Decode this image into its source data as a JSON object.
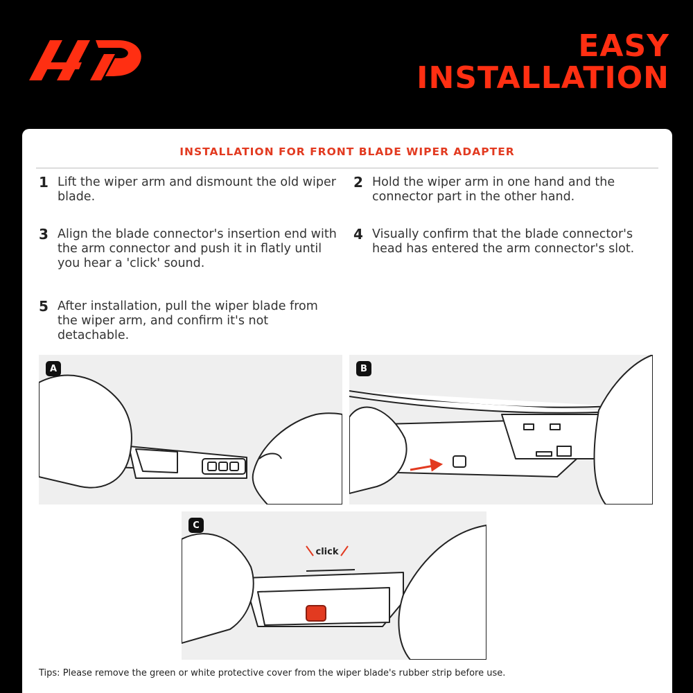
{
  "header": {
    "logo_icon": "ap-logo-icon",
    "title_line1": "EASY",
    "title_line2": "INSTALLATION",
    "accent_color": "#ff2f12"
  },
  "card": {
    "subtitle": "INSTALLATION FOR FRONT BLADE WIPER ADAPTER",
    "steps": [
      {
        "num": "1",
        "text": "Lift the wiper arm and dismount the old wiper blade."
      },
      {
        "num": "2",
        "text": "Hold the wiper arm in one hand and the connector part in the other hand."
      },
      {
        "num": "3",
        "text": "Align the blade connector's insertion end with the arm connector and push it in flatly until you hear a 'click' sound."
      },
      {
        "num": "4",
        "text": "Visually confirm that the blade connector's head has entered the arm connector's slot."
      },
      {
        "num": "5",
        "text": "After installation, pull the wiper blade from the wiper arm, and confirm it's not detachable."
      }
    ],
    "panels": [
      {
        "badge": "A",
        "icon": "hands-holding-connector-illustration"
      },
      {
        "badge": "B",
        "icon": "connector-slot-arrow-illustration"
      },
      {
        "badge": "C",
        "icon": "connector-click-illustration",
        "click_text": "click"
      }
    ],
    "tips": "Tips: Please remove the green or white protective cover from the wiper blade's rubber strip before use."
  }
}
